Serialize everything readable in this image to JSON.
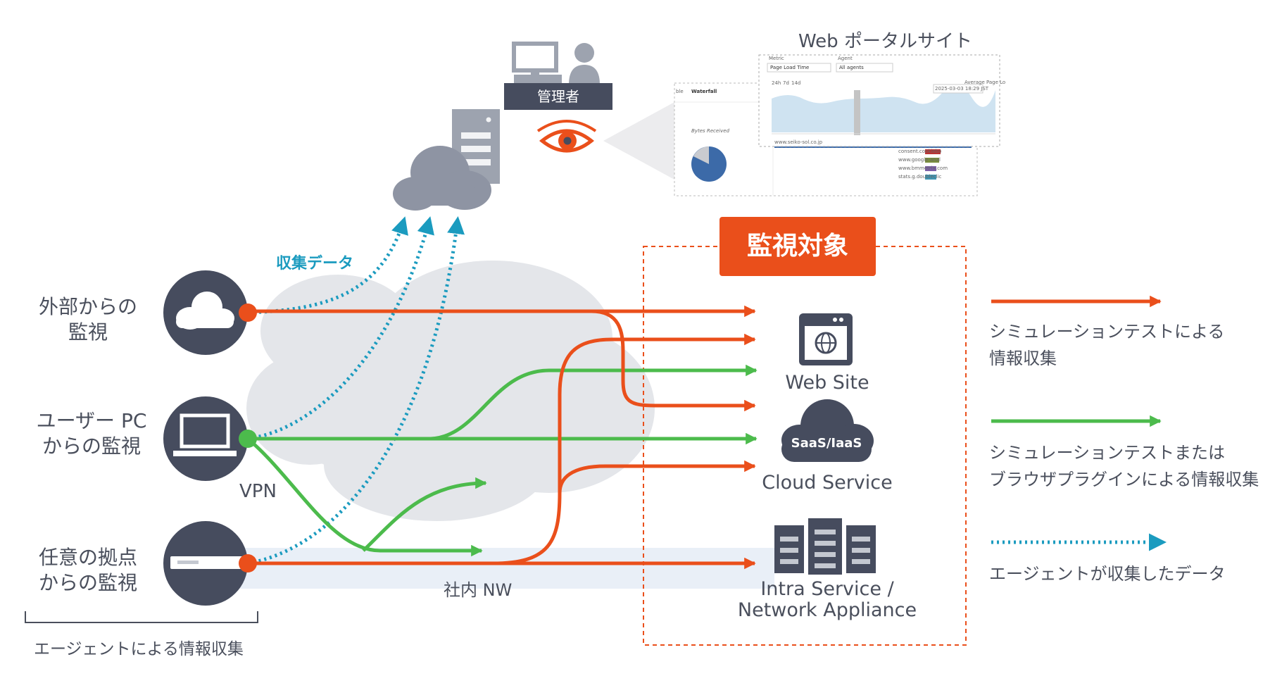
{
  "portal": {
    "title": "Web ポータルサイト",
    "back_tab_1": "ble",
    "back_tab_2": "Waterfall",
    "bytes_received": "Bytes Received",
    "metric_label": "Metric",
    "metric_value": "Page Load Time",
    "agent_label": "Agent",
    "agent_value": "All agents",
    "ranges": [
      "24h",
      "7d",
      "14d"
    ],
    "legend": "Average Page Lo",
    "tooltip": "2025-03-03 18:29 JST",
    "domains": [
      "www.seiko-sol.co.jp",
      "consent.cookiebo",
      "www.google-anal",
      "www.bmmetrix.com",
      "stats.g.doubleclic"
    ]
  },
  "admin": {
    "label": "管理者"
  },
  "collected_data_label": "収集データ",
  "sources": {
    "external": {
      "line1": "外部からの",
      "line2": "監視"
    },
    "user_pc": {
      "line1": "ユーザー PC",
      "line2": "からの監視"
    },
    "site": {
      "line1": "任意の拠点",
      "line2": "からの監視"
    },
    "agent_caption": "エージェントによる情報収集"
  },
  "vpn_label": "VPN",
  "intranet_label": "社内 NW",
  "targets": {
    "badge": "監視対象",
    "web_site": "Web Site",
    "saas_badge": "SaaS/IaaS",
    "cloud_service": "Cloud Service",
    "intra_line1": "Intra Service /",
    "intra_line2": "Network Appliance"
  },
  "legend": {
    "simulation_line1": "シミュレーションテストによる",
    "simulation_line2": "情報収集",
    "browser_line1": "シミュレーションテストまたは",
    "browser_line2": "ブラウザプラグインによる情報収集",
    "agent_data": "エージェントが収集したデータ"
  },
  "colors": {
    "orange": "#ea4f1b",
    "green": "#4cbb4c",
    "teal": "#1b9bbf",
    "navy": "#464c5e",
    "cloud_gray": "#dfe1e5",
    "server_gray": "#9da3af"
  }
}
